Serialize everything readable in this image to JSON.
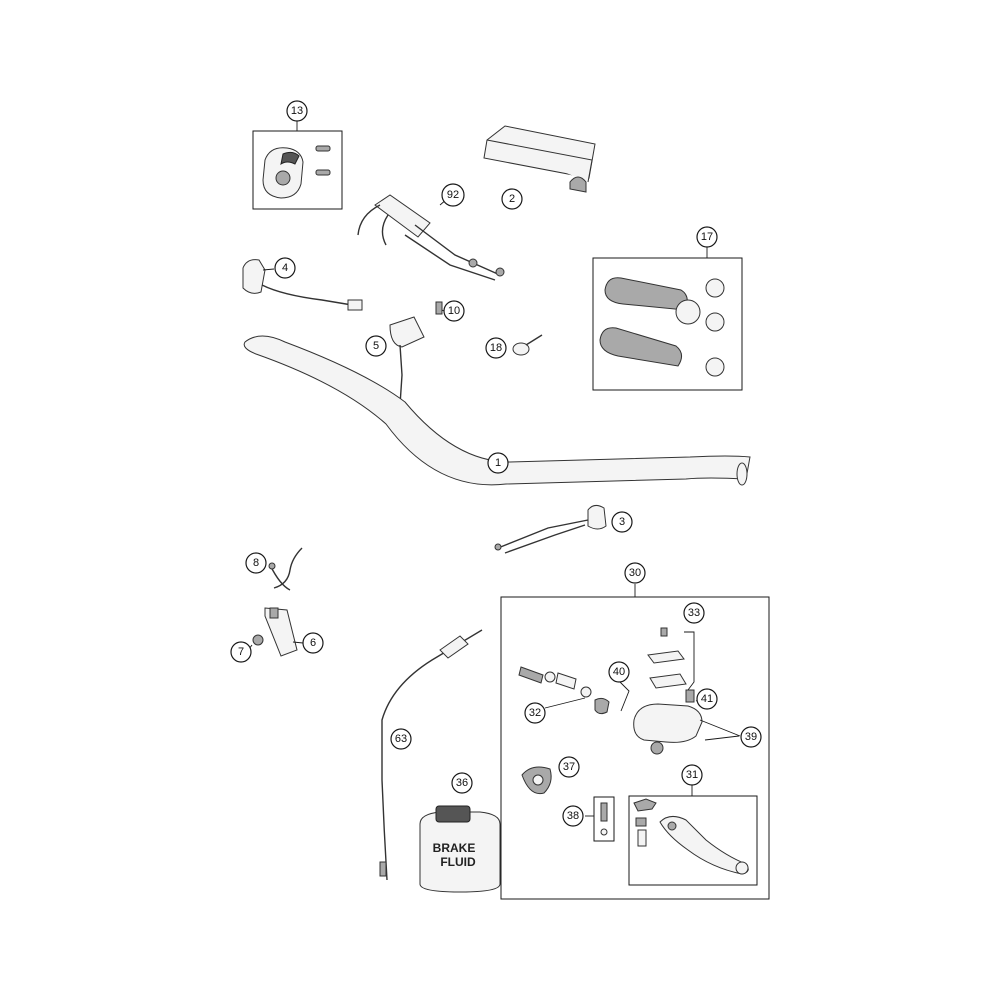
{
  "callouts": {
    "c1": "1",
    "c2": "2",
    "c3": "3",
    "c4": "4",
    "c5": "5",
    "c6": "6",
    "c7": "7",
    "c8": "8",
    "c10": "10",
    "c13": "13",
    "c17": "17",
    "c18": "18",
    "c30": "30",
    "c31": "31",
    "c32": "32",
    "c33": "33",
    "c36": "36",
    "c37": "37",
    "c38": "38",
    "c39": "39",
    "c40": "40",
    "c41": "41",
    "c63": "63",
    "c92": "92"
  },
  "bottle_label": {
    "line1": "BRAKE",
    "line2": "FLUID"
  }
}
